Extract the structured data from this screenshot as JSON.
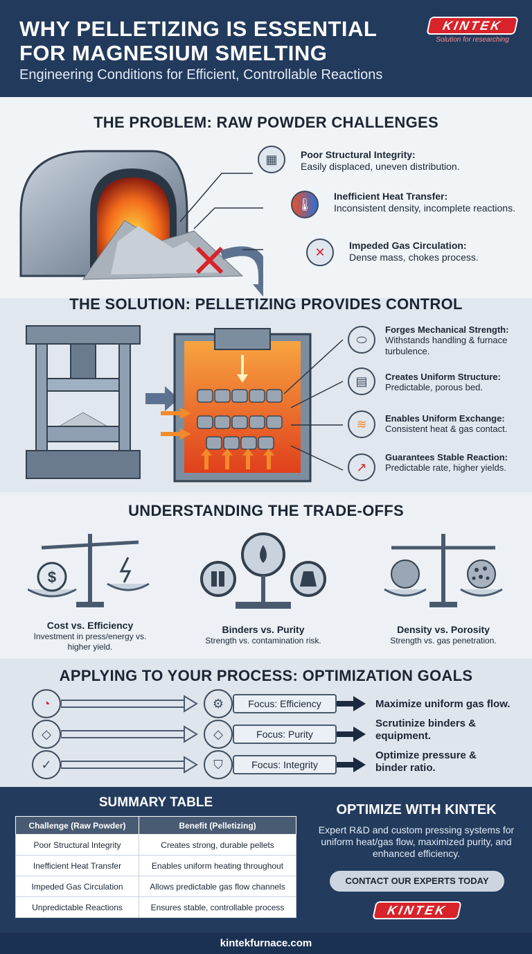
{
  "header": {
    "title": "WHY PELLETIZING IS ESSENTIAL FOR MAGNESIUM SMELTING",
    "subtitle": "Engineering Conditions for Efficient, Controllable Reactions",
    "logo_text": "KINTEK",
    "tagline": "Solution for researching"
  },
  "problem": {
    "title": "THE PROBLEM: RAW POWDER CHALLENGES",
    "items": [
      {
        "heading": "Poor Structural Integrity:",
        "text": "Easily displaced, uneven distribution.",
        "icon": "crumbling-wall-icon"
      },
      {
        "heading": "Inefficient Heat Transfer:",
        "text": "Inconsistent density, incomplete reactions.",
        "icon": "thermometer-icon"
      },
      {
        "heading": "Impeded Gas Circulation:",
        "text": "Dense mass, chokes process.",
        "icon": "blocked-airflow-icon"
      }
    ]
  },
  "solution": {
    "title": "THE SOLUTION: PELLETIZING PROVIDES CONTROL",
    "items": [
      {
        "heading": "Forges Mechanical Strength:",
        "text": "Withstands handling & furnace turbulence.",
        "icon": "pellet-icon"
      },
      {
        "heading": "Creates Uniform Structure:",
        "text": "Predictable, porous bed.",
        "icon": "stacked-blocks-icon"
      },
      {
        "heading": "Enables Uniform Exchange:",
        "text": "Consistent heat & gas contact.",
        "icon": "airflow-icon"
      },
      {
        "heading": "Guarantees Stable Reaction:",
        "text": "Predictable rate, higher yields.",
        "icon": "trend-chart-icon"
      }
    ]
  },
  "tradeoffs": {
    "title": "UNDERSTANDING THE TRADE-OFFS",
    "items": [
      {
        "heading": "Cost vs. Efficiency",
        "text": "Investment in press/energy vs. higher yield."
      },
      {
        "heading": "Binders vs. Purity",
        "text": "Strength vs. contamination risk."
      },
      {
        "heading": "Density vs. Porosity",
        "text": "Strength vs. gas penetration."
      }
    ]
  },
  "goals": {
    "title": "APPLYING TO YOUR PROCESS: OPTIMIZATION GOALS",
    "items": [
      {
        "focus": "Focus: Efficiency",
        "result": "Maximize uniform gas flow.",
        "icon": "gauge-icon",
        "focus_icon": "gear-icon"
      },
      {
        "focus": "Focus: Purity",
        "result": "Scrutinize binders & equipment.",
        "icon": "diamond-icon",
        "focus_icon": "diamond-icon"
      },
      {
        "focus": "Focus: Integrity",
        "result": "Optimize pressure & binder ratio.",
        "icon": "shield-check-icon",
        "focus_icon": "shield-icon"
      }
    ]
  },
  "summary": {
    "title": "SUMMARY TABLE",
    "headers": [
      "Challenge (Raw Powder)",
      "Benefit (Pelletizing)"
    ],
    "rows": [
      [
        "Poor Structural Integrity",
        "Creates strong, durable pellets"
      ],
      [
        "Inefficient Heat Transfer",
        "Enables uniform heating throughout"
      ],
      [
        "Impeded Gas Circulation",
        "Allows predictable gas flow channels"
      ],
      [
        "Unpredictable Reactions",
        "Ensures stable, controllable process"
      ]
    ]
  },
  "cta": {
    "title": "OPTIMIZE WITH KINTEK",
    "text": "Expert R&D and custom pressing systems for uniform heat/gas flow, maximized purity, and enhanced efficiency.",
    "button": "CONTACT OUR EXPERTS TODAY",
    "logo_text": "KINTEK"
  },
  "footer": {
    "url": "kintekfurnace.com"
  },
  "colors": {
    "header_bg": "#223a5c",
    "accent_red": "#d8232a",
    "dark_text": "#1b2533"
  }
}
